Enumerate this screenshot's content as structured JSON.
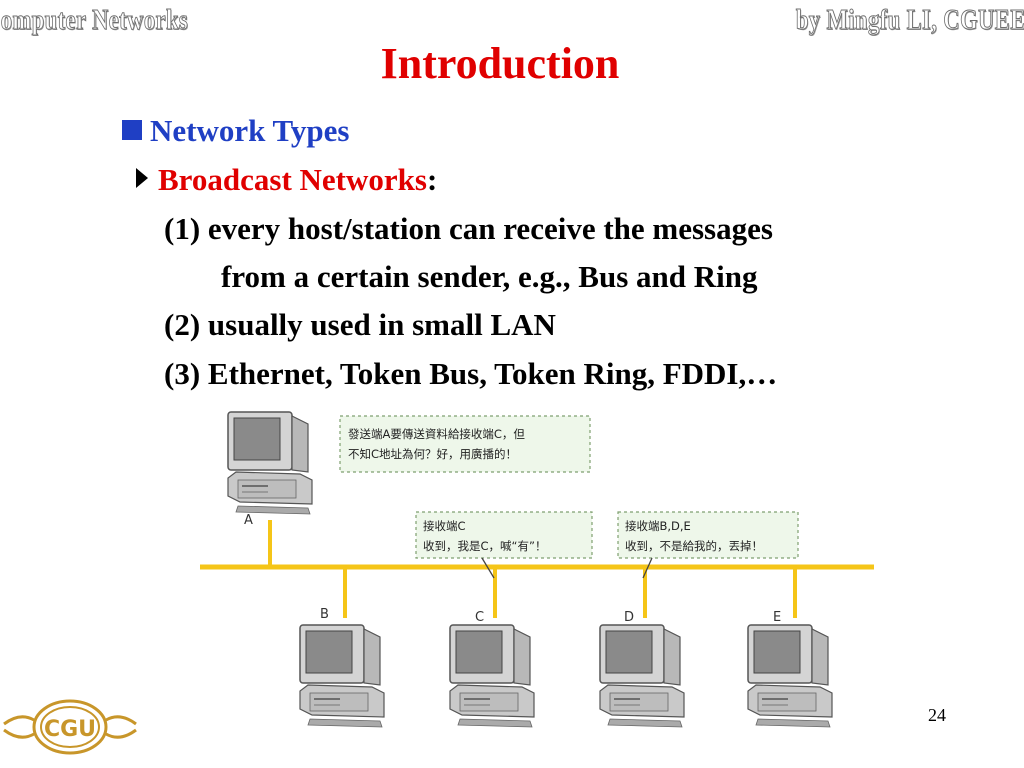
{
  "header": {
    "left": "Computer Networks",
    "right": "by Mingfu LI, CGUEE"
  },
  "title": "Introduction",
  "bullet1": "Network Types",
  "bullet2": {
    "label": "Broadcast Networks",
    "colon": ":"
  },
  "points": [
    "(1) every host/station can receive the messages",
    "from a certain sender, e.g., Bus and Ring",
    "(2) usually used in small LAN",
    "(3) Ethernet, Token Bus, Token Ring, FDDI,…"
  ],
  "diagram": {
    "callouts": [
      {
        "line1": "發送端A要傳送資料給接收端C，但",
        "line2": "不知C地址為何？好，用廣播的！"
      },
      {
        "line1": "接收端C",
        "line2": "收到，我是C，喊“有”！"
      },
      {
        "line1": "接收端B,D,E",
        "line2": "收到，不是給我的，丟掉！"
      }
    ],
    "hosts": [
      "A",
      "B",
      "C",
      "D",
      "E"
    ]
  },
  "logo_text": "CGU",
  "page_number": "24",
  "colors": {
    "title": "#e00000",
    "bullet": "#1f3fc4",
    "bus": "#f5c518",
    "logo": "#c8962a"
  }
}
